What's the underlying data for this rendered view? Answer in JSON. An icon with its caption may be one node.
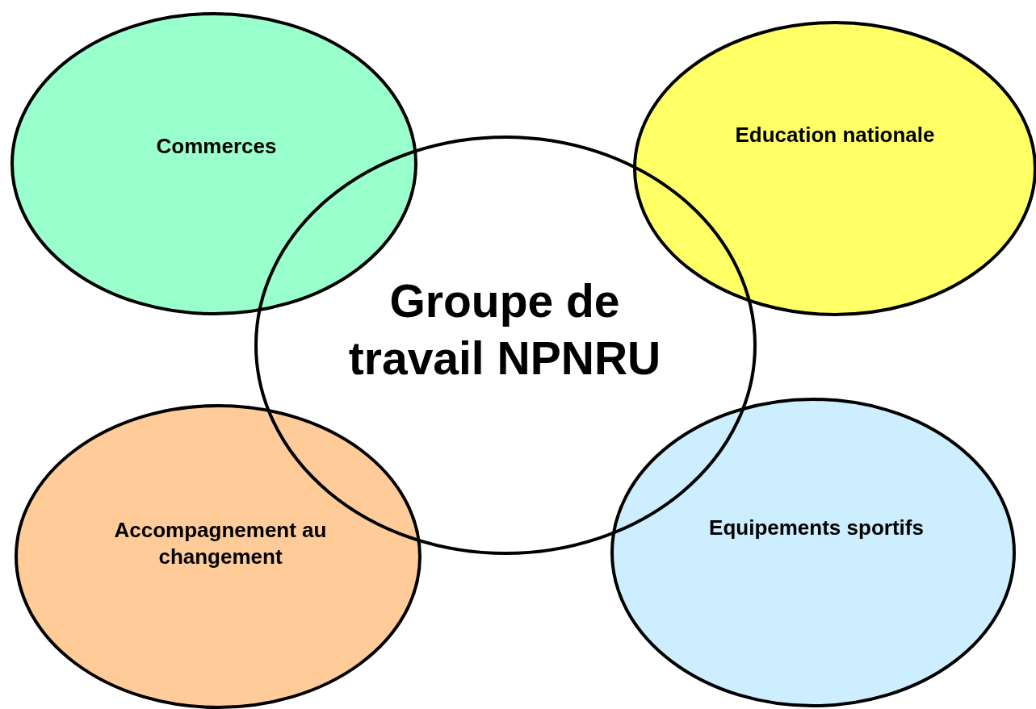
{
  "diagram": {
    "nodes": [
      {
        "text": [
          "Commerces"
        ]
      },
      {
        "text": [
          "Education nationale"
        ]
      },
      {
        "text": [
          "Groupe de travail NPNRU"
        ]
      },
      {
        "text": [
          "Accompagnement au changement"
        ]
      },
      {
        "text": [
          "Equipements sportifs"
        ]
      }
    ],
    "edges": []
  }
}
